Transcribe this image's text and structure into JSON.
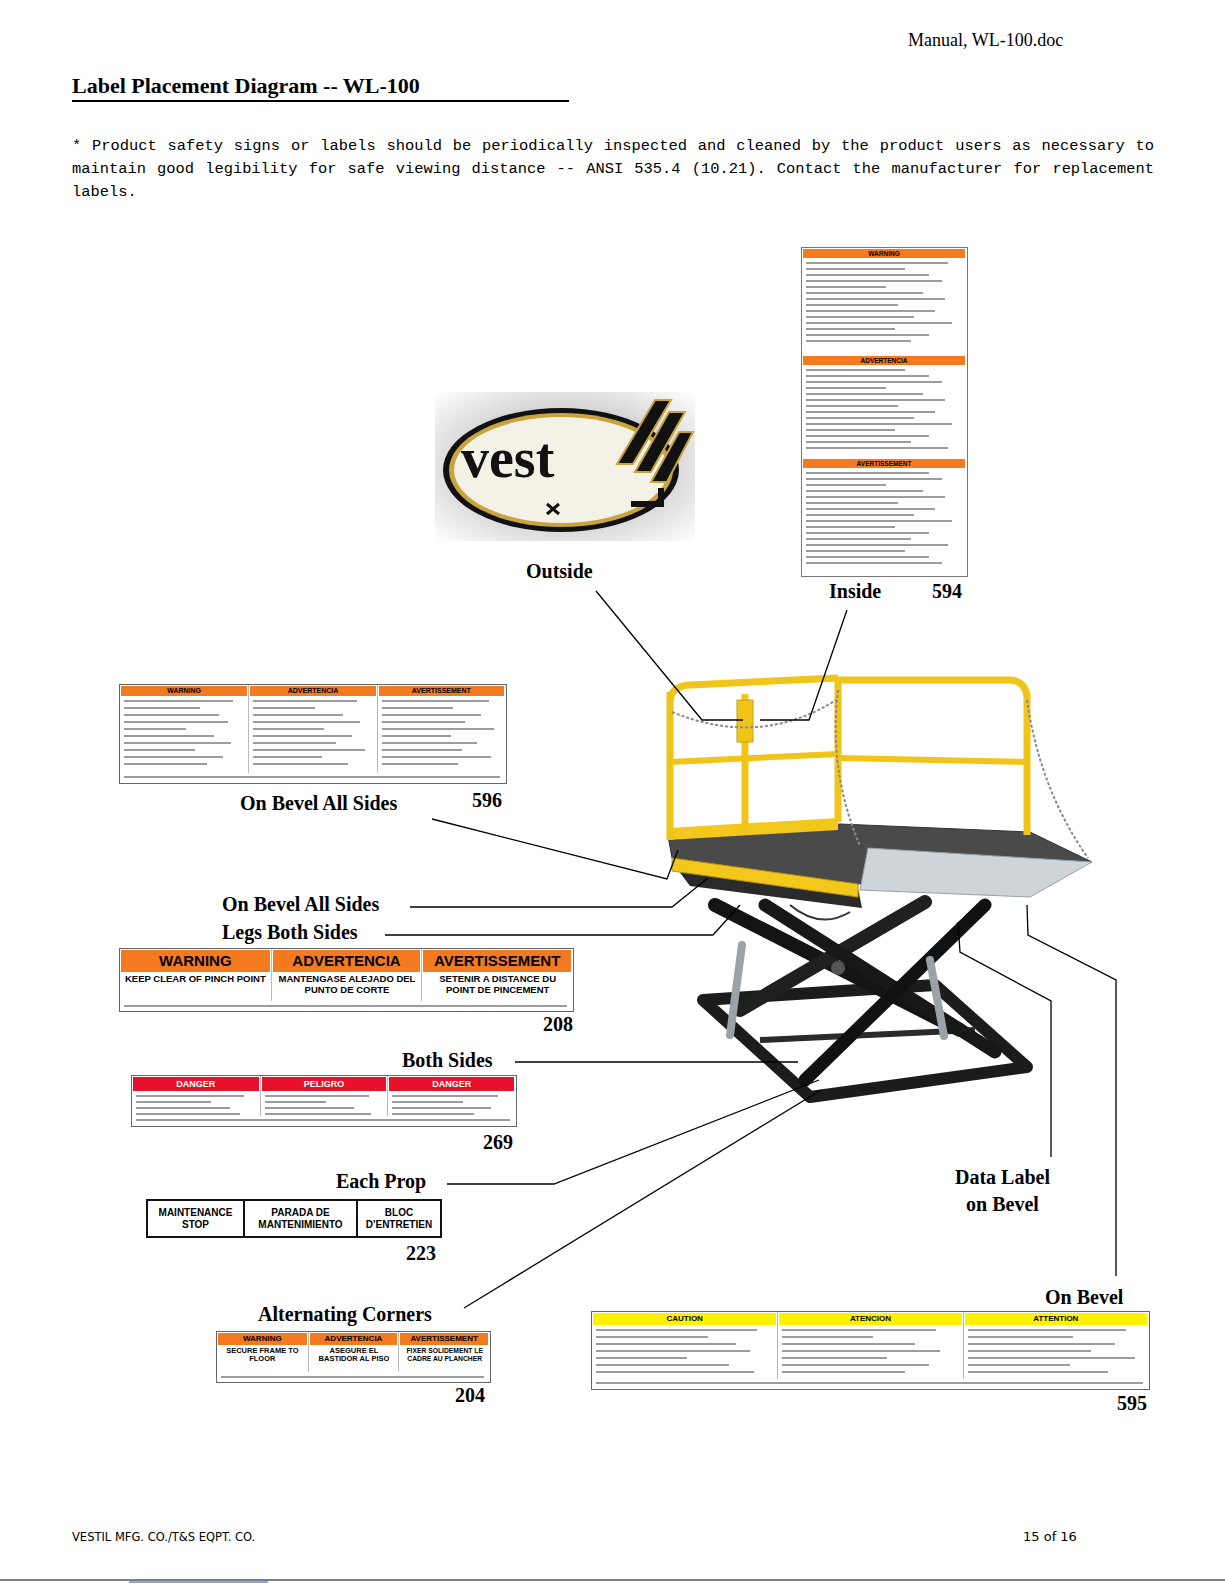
{
  "diagram": {
    "title": "Label Placement Diagram -- WL-100",
    "nodes": [
      {
        "text": [
          "vest"
        ]
      },
      {
        "text": [
          "WARNING",
          "ADVERTENCIA",
          "AVERTISSEMENT"
        ]
      },
      {
        "text": [
          "WARNING",
          "ADVERTENCIA",
          "AVERTISSEMENT"
        ]
      },
      {
        "text": [
          "WARNING",
          "ADVERTENCIA",
          "AVERTISSEMENT",
          "KEEP CLEAR OF PINCH POINT",
          "MANTENGASE ALEJADO DEL PUNTO DE CORTE",
          "SETENIR A DISTANCE DU POINT DE PINCEMENT"
        ]
      },
      {
        "text": [
          "DANGER",
          "PELIGRO",
          "DANGER"
        ]
      },
      {
        "text": [
          "MAINTENANCE STOP",
          "PARADA DE MANTENIMIENTO",
          "BLOC D'ENTRETIEN"
        ]
      },
      {
        "text": [
          "WARNING",
          "ADVERTENCIA",
          "AVERTISSEMENT",
          "SECURE FRAME TO FLOOR",
          "ASEGURE EL BASTIDOR AL PISO",
          "FIXER SOLIDEMENT LE CADRE AU PLANCHER"
        ]
      },
      {
        "text": [
          "CAUTION",
          "ATENCION",
          "ATTENTION"
        ]
      }
    ],
    "labels": [
      "Manual, WL-100.doc",
      "* Product safety signs or labels should be periodically inspected and cleaned by the product users as necessary to maintain good legibility for safe viewing distance -- ANSI 535.4 (10.21). Contact the manufacturer for replacement labels.",
      "Outside",
      "Inside",
      "594",
      "On Bevel All Sides",
      "596",
      "On Bevel All Sides",
      "Legs Both Sides",
      "208",
      "Both Sides",
      "269",
      "Each Prop",
      "223",
      "Alternating Corners",
      "204",
      "Data Label on Bevel",
      "On Bevel",
      "595",
      "VESTIL MFG. CO./T&S EQPT. CO.",
      "15 of 16"
    ]
  }
}
